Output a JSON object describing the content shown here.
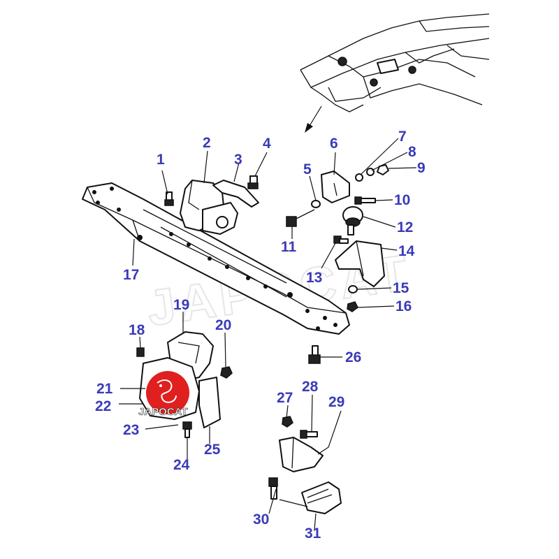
{
  "watermark": {
    "text": "JAPOCAT"
  },
  "logo": {
    "text": "JAPOCAT",
    "color": "#e01f1f"
  },
  "callout_color": "#3a3ab8",
  "callouts": [
    "1",
    "2",
    "3",
    "4",
    "5",
    "6",
    "7",
    "8",
    "9",
    "10",
    "11",
    "12",
    "13",
    "14",
    "15",
    "16",
    "17",
    "18",
    "19",
    "20",
    "21",
    "22",
    "23",
    "24",
    "25",
    "26",
    "27",
    "28",
    "29",
    "30",
    "31"
  ]
}
